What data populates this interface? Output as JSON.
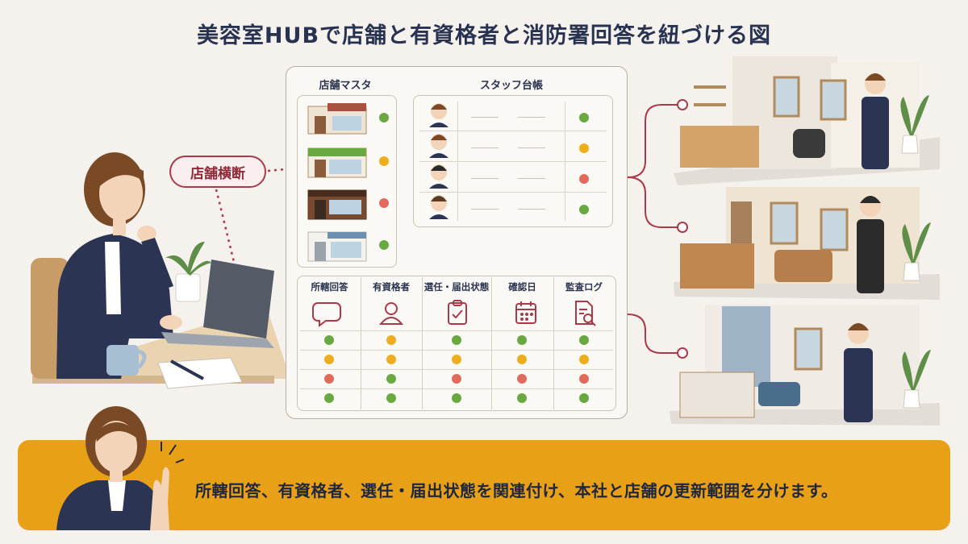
{
  "title": "美容室HUBで店舗と有資格者と消防署回答を紐づける図",
  "callout": "店舗横断",
  "panels": {
    "store_master": {
      "title": "店舗マスタ",
      "status": [
        "green",
        "yellow",
        "red",
        "green"
      ]
    },
    "staff_ledger": {
      "title": "スタッフ台帳",
      "status": [
        "green",
        "yellow",
        "red",
        "green"
      ]
    },
    "columns": [
      {
        "label": "所轄回答",
        "icon": "speech-bubble-icon",
        "status": [
          "green",
          "yellow",
          "red",
          "green"
        ]
      },
      {
        "label": "有資格者",
        "icon": "person-icon",
        "status": [
          "yellow",
          "yellow",
          "green",
          "green"
        ]
      },
      {
        "label": "選任・届出状態",
        "icon": "clipboard-check-icon",
        "status": [
          "green",
          "yellow",
          "red",
          "green"
        ]
      },
      {
        "label": "確認日",
        "icon": "calendar-icon",
        "status": [
          "green",
          "yellow",
          "red",
          "green"
        ]
      },
      {
        "label": "監査ログ",
        "icon": "document-search-icon",
        "status": [
          "green",
          "yellow",
          "red",
          "green"
        ]
      }
    ]
  },
  "banner_text": "所轄回答、有資格者、選任・届出状態を関連付け、本社と店舗の更新範囲を分けます。",
  "colors": {
    "accent": "#a93a4a",
    "banner": "#e8a016",
    "green": "#6aa842",
    "yellow": "#ecae1c",
    "red": "#e06b5c",
    "navy": "#283352"
  }
}
